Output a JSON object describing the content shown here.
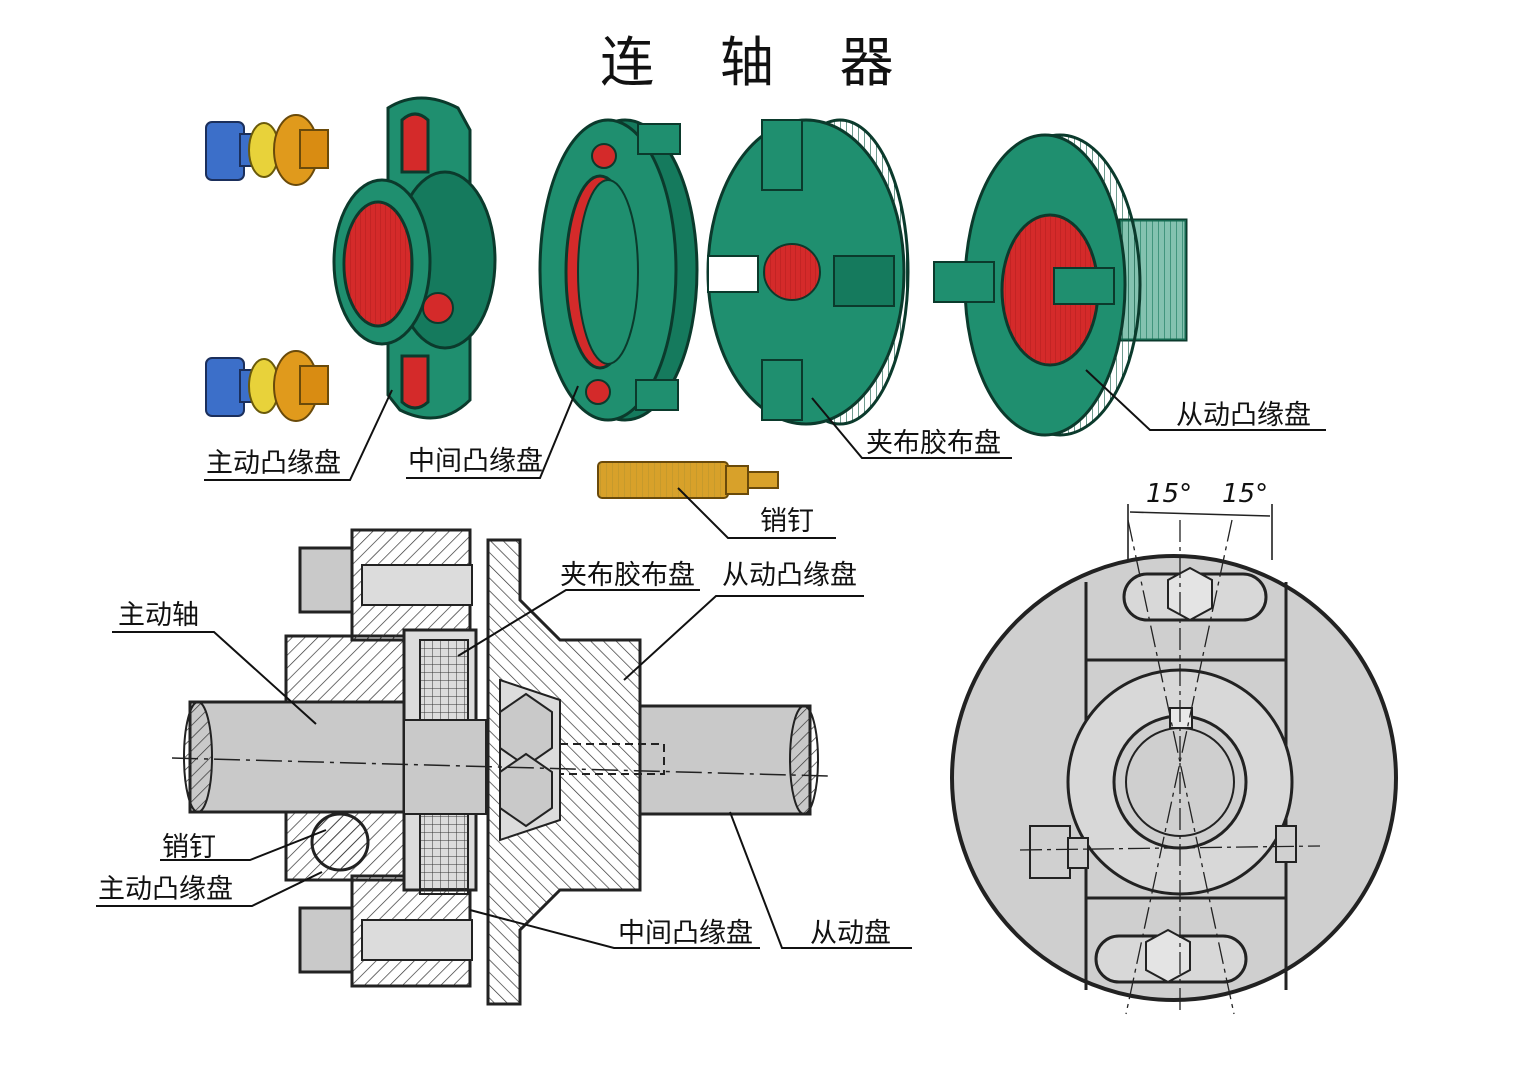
{
  "title": "连 轴 器",
  "exploded_view": {
    "labels": {
      "driving_flange": "主动凸缘盘",
      "middle_flange": "中间凸缘盘",
      "rubber_disc": "夹布胶布盘",
      "driven_flange": "从动凸缘盘",
      "pin": "销钉"
    }
  },
  "section_view": {
    "labels": {
      "driving_shaft": "主动轴",
      "rubber_disc": "夹布胶布盘",
      "driven_flange": "从动凸缘盘",
      "pin": "销钉",
      "driving_flange": "主动凸缘盘",
      "middle_flange": "中间凸缘盘",
      "driven_disc": "从动盘"
    }
  },
  "end_view": {
    "angle_left": "15°",
    "angle_right": "15°"
  },
  "colors": {
    "flange_green": "#1f8f6f",
    "bore_red": "#d42a2a",
    "bolt_blue": "#3c6fc9",
    "washer_yellow": "#e8d23a",
    "nut_orange": "#e09a1c",
    "pin_gold": "#d8a12a",
    "section_gray": "#c9c9c9"
  }
}
